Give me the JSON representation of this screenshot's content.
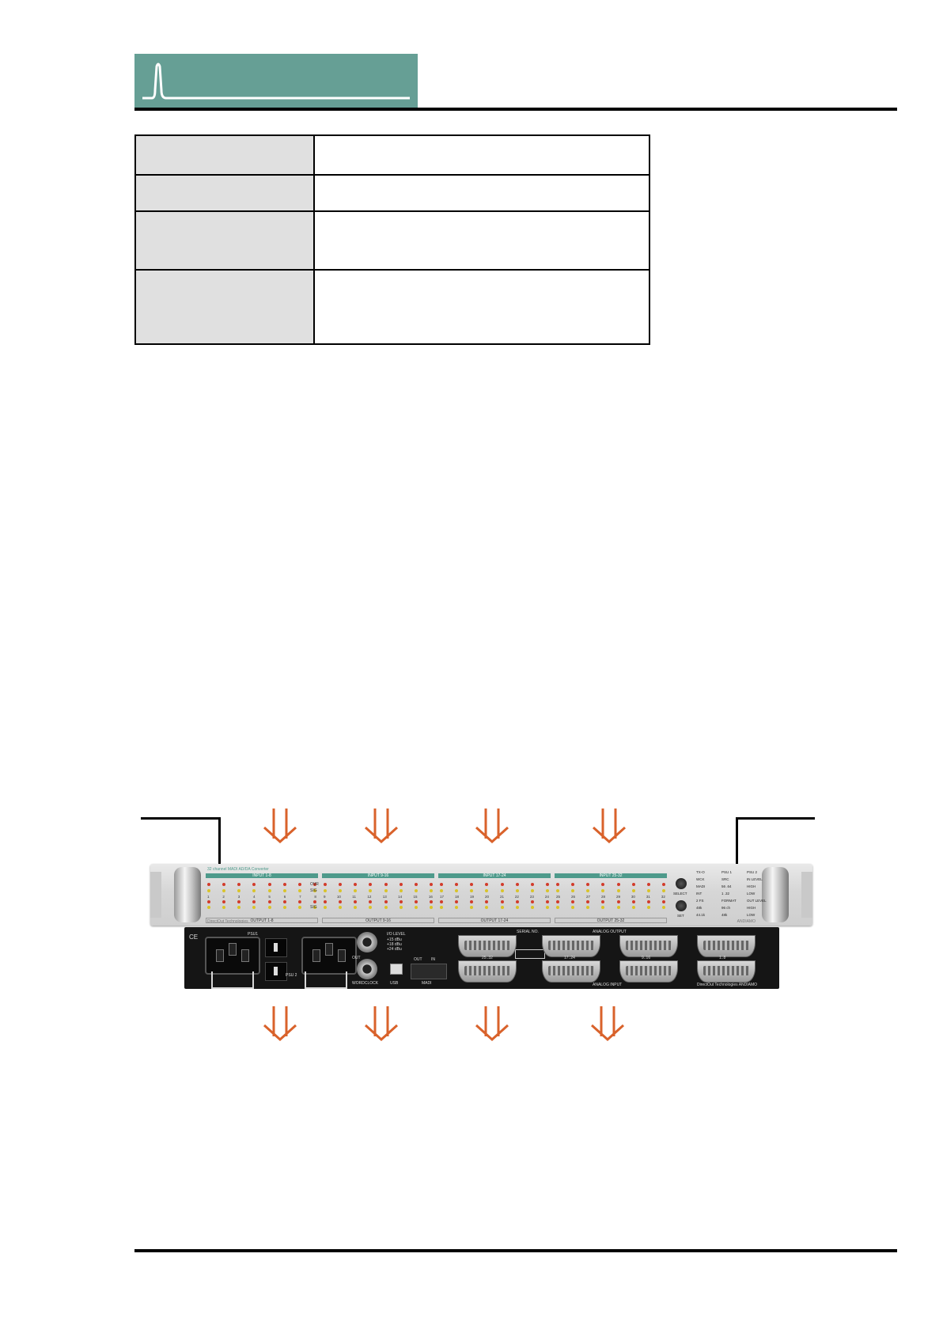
{
  "header": {
    "tab_color": "#669f95",
    "tab_icon": "pulse-icon"
  },
  "spec_rows": [
    {
      "label": "",
      "value": ""
    },
    {
      "label": "",
      "value": ""
    },
    {
      "label": "",
      "value": ""
    },
    {
      "label": "",
      "value": ""
    }
  ],
  "arrows": {
    "color": "#d9622b",
    "count_top": 4,
    "count_bottom": 4
  },
  "front_panel": {
    "model_line": "32 channel MADI AD/DA Converter",
    "brand": "DirectOut Technologies",
    "model": "ANDIAMO",
    "input_banks": [
      "INPUT 1-8",
      "INPUT 9-16",
      "INPUT 17-24",
      "INPUT 25-32"
    ],
    "output_banks": [
      "OUTPUT 1-8",
      "OUTPUT 9-16",
      "OUTPUT 17-24",
      "OUTPUT 25-32"
    ],
    "bank_numbers": [
      [
        "1",
        "2",
        "3",
        "4",
        "5",
        "6",
        "7",
        "8"
      ],
      [
        "9",
        "10",
        "11",
        "12",
        "13",
        "14",
        "15",
        "16"
      ],
      [
        "17",
        "18",
        "19",
        "20",
        "21",
        "22",
        "23",
        "24"
      ],
      [
        "25",
        "26",
        "27",
        "28",
        "29",
        "30",
        "31",
        "32"
      ]
    ],
    "row_labels": [
      "OVR",
      "SIG",
      "SIG"
    ],
    "knob_labels": [
      "SELECT",
      "SET"
    ],
    "status_col1": [
      "TX-O",
      "WCK",
      "MADI",
      "INT",
      "2 FS",
      "48k",
      "44.1k"
    ],
    "status_col2": [
      "PSU 1",
      "SRC",
      "56 .64",
      "1 .32",
      "FORMAT",
      "96 ch",
      "48k"
    ],
    "status_col3": [
      "PSU 2",
      "IN LEVEL",
      "HIGH",
      "LOW",
      "OUT LEVEL",
      "HIGH",
      "LOW"
    ]
  },
  "rear_panel": {
    "psu1_label": "PSU1",
    "psu2_label": "PSU 2",
    "ce_mark": "CE",
    "io_level_title": "I/O LEVEL",
    "io_levels": [
      "+15 dBu",
      "+18 dBu",
      "+24 dBu"
    ],
    "wordclock_label": "WORDCLOCK",
    "out_label": "OUT",
    "usb_label": "USB",
    "madi_out": "OUT",
    "madi_in": "IN",
    "madi_label": "MADI",
    "serial_label": "SERIAL NO.",
    "analog_output_label": "ANALOG OUTPUT",
    "analog_input_label": "ANALOG INPUT",
    "dsub_top": [
      "25..32",
      "17..24",
      "9..16",
      "1..8"
    ],
    "dsub_bottom": [
      "25..32",
      "17..24",
      "9..16",
      "1..8"
    ],
    "brand_line": "DirectOut Technologies  ANDIAMO"
  }
}
